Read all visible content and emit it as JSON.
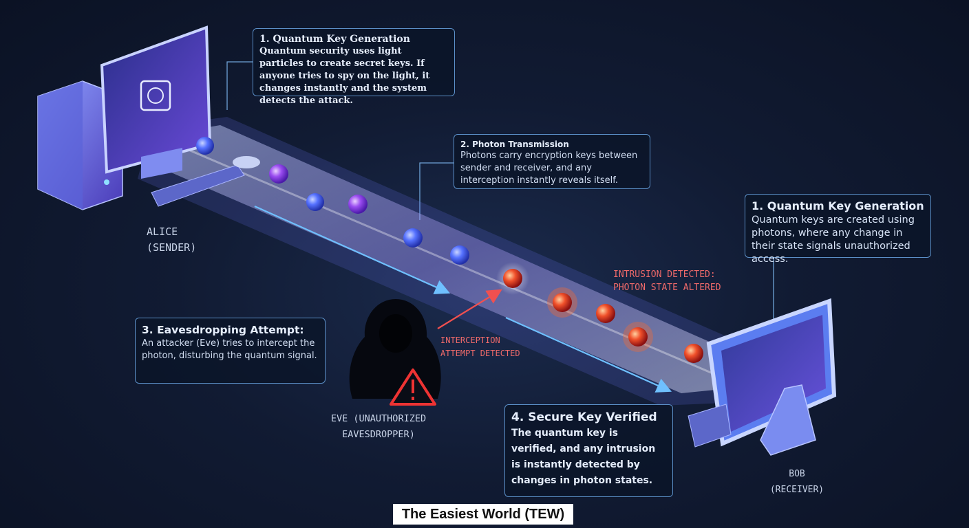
{
  "callouts": {
    "alice_key_generation": {
      "title": "1. Quantum Key Generation",
      "text": "Quantum security uses light particles to create secret keys. If anyone tries to spy on the light, it changes instantly and the system detects the attack."
    },
    "photon_transmission": {
      "title": "2. Photon Transmission",
      "text": "Photons carry encryption keys between sender and receiver, and any interception instantly reveals itself."
    },
    "bob_key_generation": {
      "title": "1. Quantum Key Generation",
      "text": "Quantum keys are created using photons, where any change in their state signals unauthorized access."
    },
    "eavesdropping": {
      "title": "3. Eavesdropping Attempt:",
      "text": "An attacker (Eve) tries to intercept the photon, disturbing the quantum signal."
    },
    "verification": {
      "title": "4. Secure Key Verified",
      "text": "The quantum key is verified, and any intrusion is instantly detected by changes in photon states."
    }
  },
  "labels": {
    "alice": [
      "ALICE",
      "(SENDER)"
    ],
    "bob": [
      "BOB",
      "(RECEIVER)"
    ],
    "eve": [
      "EVE (UNAUTHORIZED",
      "EAVESDROPPER)"
    ]
  },
  "alerts": {
    "intrusion": [
      "INTRUSION DETECTED:",
      "PHOTON STATE ALTERED"
    ],
    "interception": [
      "INTERCEPTION",
      "ATTEMPT DETECTED"
    ]
  },
  "brand": "The Easiest World (TEW)",
  "colors": {
    "background": "#111b33",
    "beam": "#9fb6ff",
    "photon_intact": "#4f6bff",
    "photon_altered": "#e2452b",
    "alert_text": "#f06a6a",
    "callout_border": "#5b8fc7"
  },
  "icons": {
    "alice_computer": "desktop-tower-icon",
    "bob_computer": "monitor-icon",
    "eve": "hooded-figure-icon",
    "warning": "warning-triangle-icon"
  }
}
